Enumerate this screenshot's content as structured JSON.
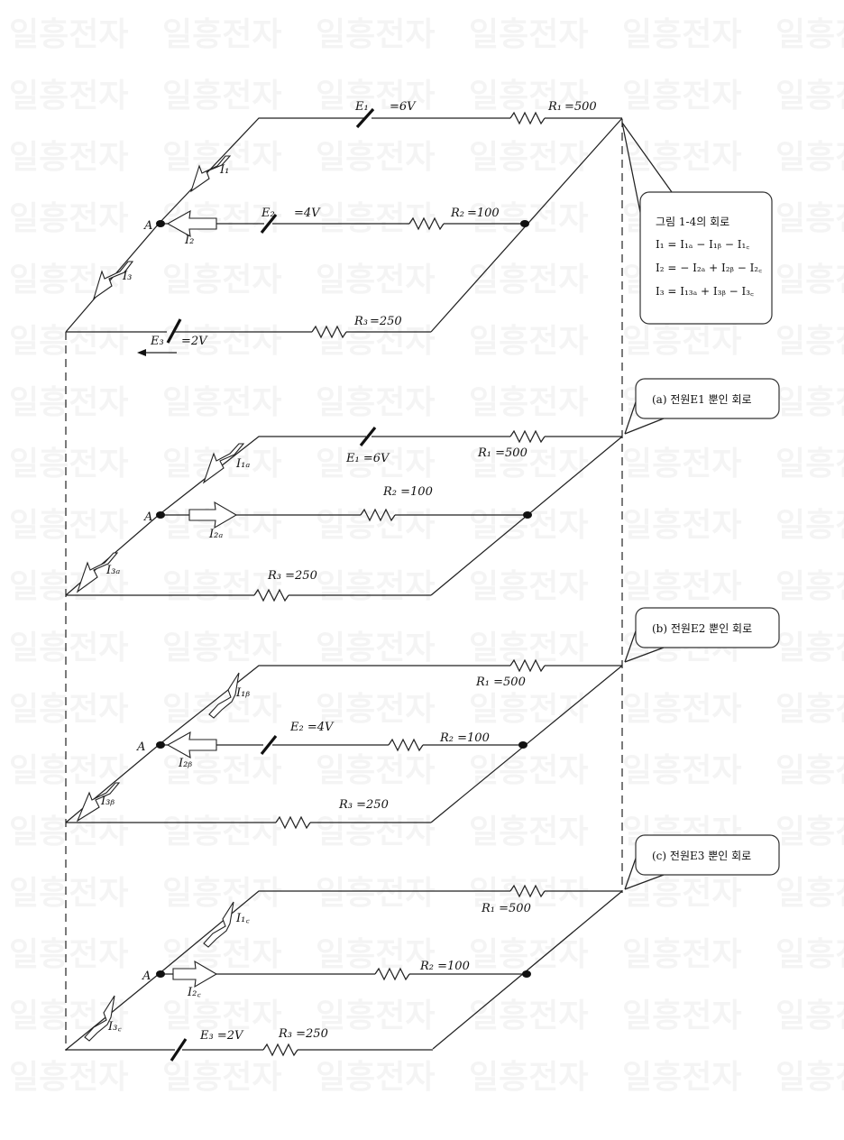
{
  "watermark": {
    "text": "일흥전자"
  },
  "top_circuit": {
    "source_e1": "E₁",
    "source_e1_value": "=6V",
    "r1": "R₁",
    "r1_value": "=500",
    "source_e2": "E₂",
    "source_e2_value": "=4V",
    "r2": "R₂",
    "r2_value": "=100",
    "source_e3": "E₃",
    "source_e3_value": "=2V",
    "r3": "R₃",
    "r3_value": "=250",
    "node": "A",
    "current_i1": "I₁",
    "current_i2": "I₂",
    "current_i3": "I₃"
  },
  "formula_box": {
    "title": "그림 1-4의 회로",
    "lines": [
      "I₁ = I₁ₐ − I₁ᵦ − I₁꜀",
      "I₂ = − I₂ₐ + I₂ᵦ − I₂꜀",
      "I₃ = I₁₃ₐ + I₃ᵦ − I₃꜀"
    ]
  },
  "circuit_a": {
    "caption": "(a) 전원E1 뿐인 회로",
    "source_e1": "E₁ =6V",
    "r1": "R₁ =500",
    "r2": "R₂ =100",
    "r3": "R₃ =250",
    "node": "A",
    "current_1": "I₁ₐ",
    "current_2": "I₂ₐ",
    "current_3": "I₃ₐ"
  },
  "circuit_b": {
    "caption": "(b) 전원E2 뿐인 회로",
    "source_e2": "E₂ =4V",
    "r1": "R₁ =500",
    "r2": "R₂ =100",
    "r3": "R₃ =250",
    "node": "A",
    "current_1": "I₁ᵦ",
    "current_2": "I₂ᵦ",
    "current_3": "I₃ᵦ"
  },
  "circuit_c": {
    "caption": "(c) 전원E3 뿐인 회로",
    "source_e3": "E₃ =2V",
    "r1": "R₁ =500",
    "r2": "R₂ =100",
    "r3": "R₃ =250",
    "node": "A",
    "current_1": "I₁꜀",
    "current_2": "I₂꜀",
    "current_3": "I₃꜀"
  }
}
